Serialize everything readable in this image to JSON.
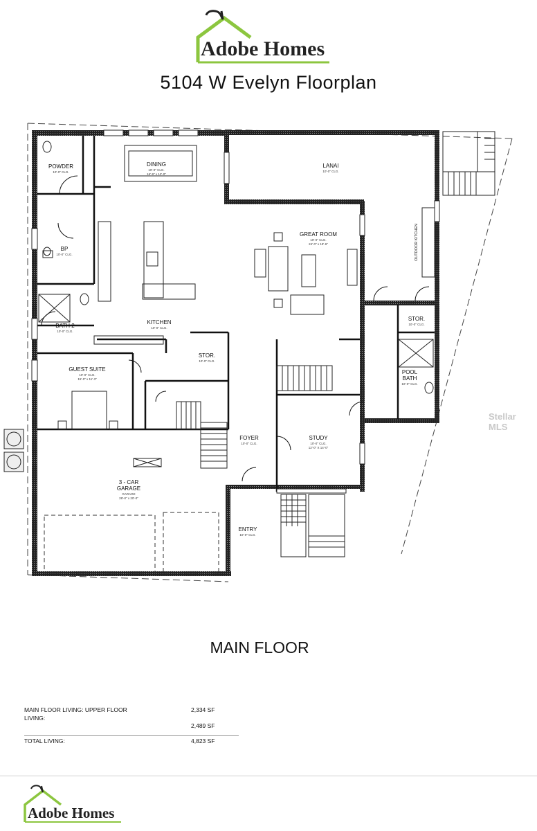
{
  "brand": {
    "name": "Adobe Homes",
    "accent_color": "#8cc63f",
    "text_color": "#222222"
  },
  "title": "5104 W Evelyn Floorplan",
  "rooms": {
    "powder": {
      "name": "POWDER",
      "clg": "10'-0\" CLG."
    },
    "dining": {
      "name": "DINING",
      "clg": "10'-0\" CLG.",
      "dims": "16'-9\" x 12'-0\""
    },
    "lanai": {
      "name": "LANAI",
      "clg": "10'-0\" CLG."
    },
    "bp": {
      "name": "BP",
      "clg": "10'-0\" CLG."
    },
    "great_room": {
      "name": "GREAT ROOM",
      "clg": "10'-0\" CLG.",
      "dims": "24'-0\" x 19'-6\""
    },
    "outdoor_kitchen": {
      "name": "OUTDOOR KITCHEN"
    },
    "bath2": {
      "name": "BATH 2",
      "clg": "10'-0\" CLG."
    },
    "kitchen": {
      "name": "KITCHEN",
      "clg": "10'-0\" CLG."
    },
    "stor_right": {
      "name": "STOR.",
      "clg": "10'-0\" CLG."
    },
    "stor_center": {
      "name": "STOR.",
      "clg": "10'-0\" CLG."
    },
    "guest_suite": {
      "name": "GUEST SUITE",
      "clg": "10'-0\" CLG.",
      "dims": "15'-0\" x 11'-3\""
    },
    "pool_bath": {
      "name1": "POOL",
      "name2": "BATH",
      "clg": "10'-0\" CLG."
    },
    "foyer": {
      "name": "FOYER",
      "clg": "10'-0\" CLG."
    },
    "study": {
      "name": "STUDY",
      "clg": "10'-0\" CLG.",
      "dims": "12'-0\" X 14'-0\""
    },
    "garage": {
      "name1": "3 - CAR",
      "name2": "GARAGE",
      "sub": "GARAGE",
      "dims": "28'-0\" x 20'-0\""
    },
    "entry": {
      "name": "ENTRY",
      "clg": "10'-0\" CLG."
    }
  },
  "floor_label": "MAIN FLOOR",
  "summary": {
    "row1_label": "MAIN FLOOR LIVING: UPPER FLOOR",
    "row1_label_cont": "LIVING:",
    "row1_value": "2,334 SF",
    "row2_value": "2,489 SF",
    "total_label": "TOTAL LIVING:",
    "total_value": "4,823 SF"
  },
  "watermark": "Stellar MLS"
}
